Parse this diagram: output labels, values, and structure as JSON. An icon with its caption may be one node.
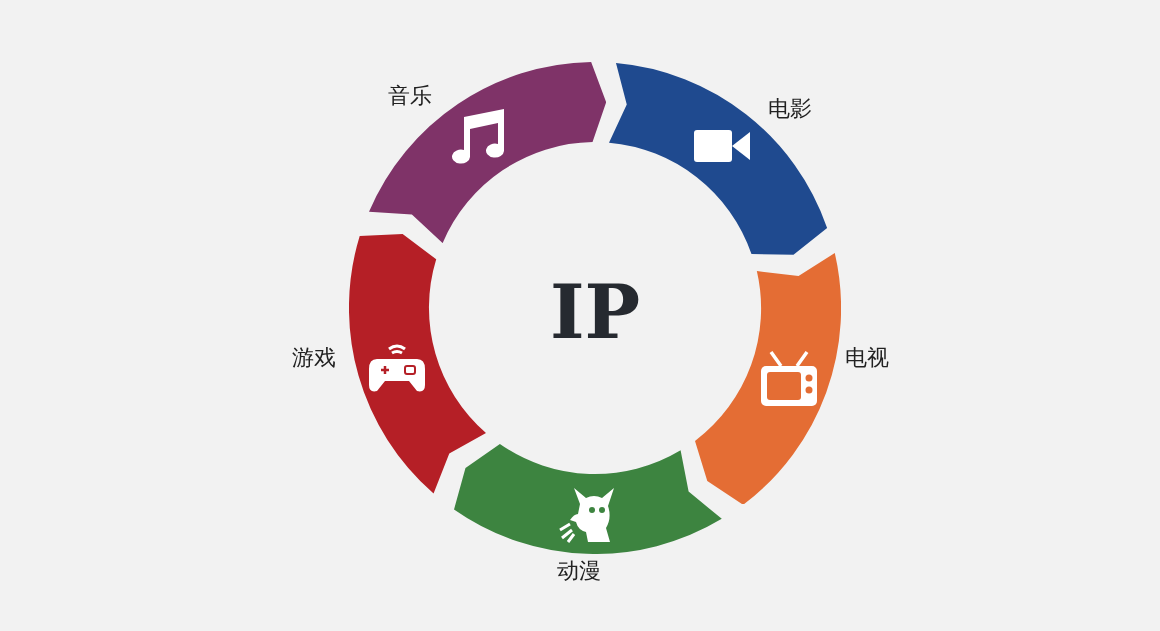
{
  "diagram": {
    "nodes": [
      {
        "text": [
          "音乐"
        ]
      },
      {
        "text": [
          "电影"
        ]
      },
      {
        "text": [
          "电视"
        ]
      },
      {
        "text": [
          "动漫"
        ]
      },
      {
        "text": [
          "游戏"
        ]
      }
    ],
    "labels": [
      "IP"
    ]
  }
}
